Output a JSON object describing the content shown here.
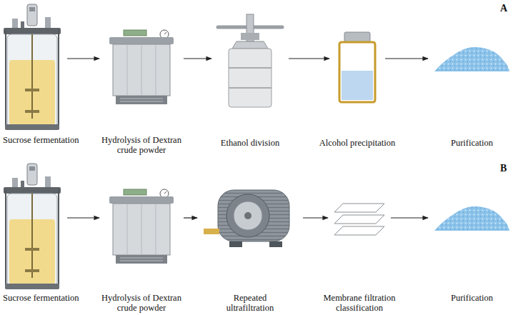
{
  "diagram": {
    "nodes": [
      {
        "text": [
          "Sucrose fermentation"
        ]
      },
      {
        "text": [
          "Hydrolysis of Dextran crude powder"
        ]
      },
      {
        "text": [
          "Ethanol division"
        ]
      },
      {
        "text": [
          "Alcohol precipitation"
        ]
      },
      {
        "text": [
          "Purification"
        ]
      },
      {
        "text": [
          "Sucrose fermentation"
        ]
      },
      {
        "text": [
          "Hydrolysis of Dextran crude powder"
        ]
      },
      {
        "text": [
          "Repeated ultrafiltration"
        ]
      },
      {
        "text": [
          "Membrane filtration classification"
        ]
      },
      {
        "text": [
          "Purification"
        ]
      }
    ],
    "edges": [
      {
        "from": 0,
        "to": 1,
        "arrow": "to"
      },
      {
        "from": 1,
        "to": 2,
        "arrow": "to"
      },
      {
        "from": 2,
        "to": 3,
        "arrow": "to"
      },
      {
        "from": 3,
        "to": 4,
        "arrow": "to"
      },
      {
        "from": 5,
        "to": 6,
        "arrow": "to"
      },
      {
        "from": 6,
        "to": 7,
        "arrow": "to"
      },
      {
        "from": 7,
        "to": 8,
        "arrow": "to"
      },
      {
        "from": 8,
        "to": 9,
        "arrow": "to"
      }
    ],
    "labels": [
      "A",
      "B"
    ]
  }
}
